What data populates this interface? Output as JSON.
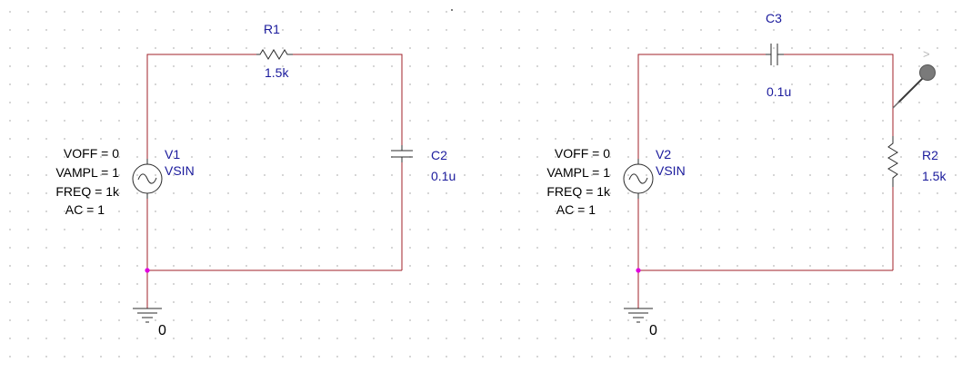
{
  "circuits": [
    {
      "source": {
        "ref": "V1",
        "model": "VSIN",
        "params": [
          "VOFF = 0",
          "VAMPL = 1",
          "FREQ = 1k",
          "AC = 1"
        ]
      },
      "top_part": {
        "ref": "R1",
        "value": "1.5k"
      },
      "right_part": {
        "ref": "C2",
        "value": "0.1u"
      },
      "ground": "0"
    },
    {
      "source": {
        "ref": "V2",
        "model": "VSIN",
        "params": [
          "VOFF = 0",
          "VAMPL = 1",
          "FREQ = 1k",
          "AC = 1"
        ]
      },
      "top_part": {
        "ref": "C3",
        "value": "0.1u"
      },
      "right_part": {
        "ref": "R2",
        "value": "1.5k"
      },
      "probe": {
        "mark": ">"
      },
      "ground": "0"
    }
  ],
  "colors": {
    "wire": "#a0202a",
    "label": "#1a1a9c",
    "junction": "#e000e0",
    "component": "#2b2b2b"
  }
}
